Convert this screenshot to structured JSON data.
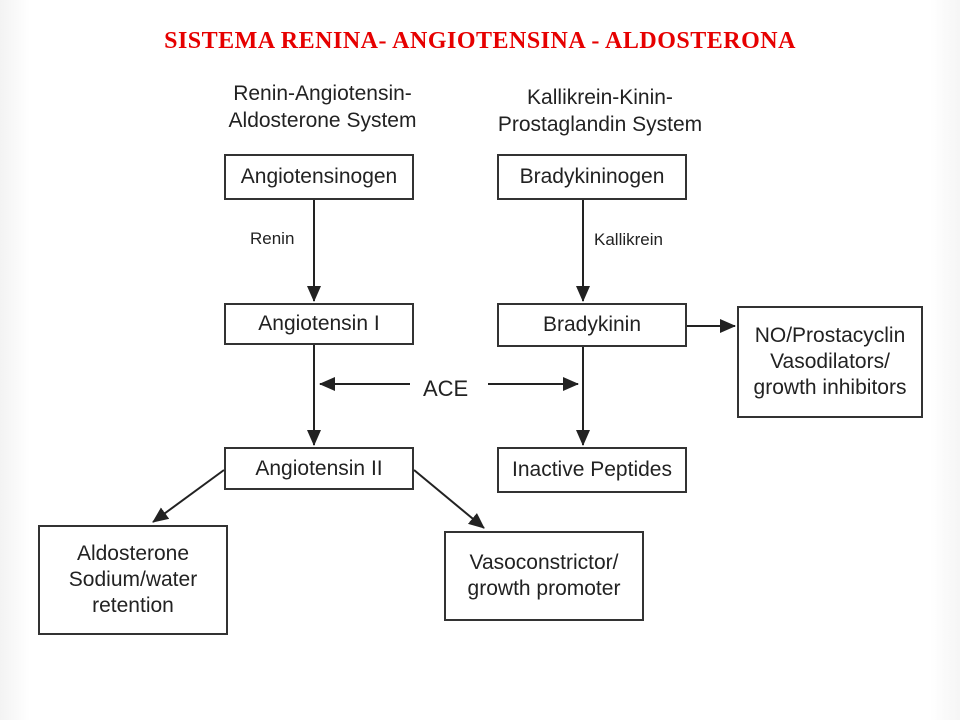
{
  "title": "SISTEMA RENINA- ANGIOTENSINA - ALDOSTERONA",
  "headings": {
    "raas": "Renin-Angiotensin-\nAldosterone System",
    "kkps": "Kallikrein-Kinin-\nProstaglandin System"
  },
  "boxes": {
    "angiotensinogen": "Angiotensinogen",
    "angiotensin1": "Angiotensin I",
    "angiotensin2": "Angiotensin II",
    "aldosterone": "Aldosterone\nSodium/water\nretention",
    "vasoconstrictor": "Vasoconstrictor/\ngrowth promoter",
    "bradykininogen": "Bradykininogen",
    "bradykinin": "Bradykinin",
    "inactive": "Inactive Peptides",
    "no_prostacyclin": "NO/Prostacyclin\nVasodilators/\ngrowth inhibitors"
  },
  "labels": {
    "renin": "Renin",
    "kallikrein": "Kallikrein",
    "ace": "ACE"
  }
}
